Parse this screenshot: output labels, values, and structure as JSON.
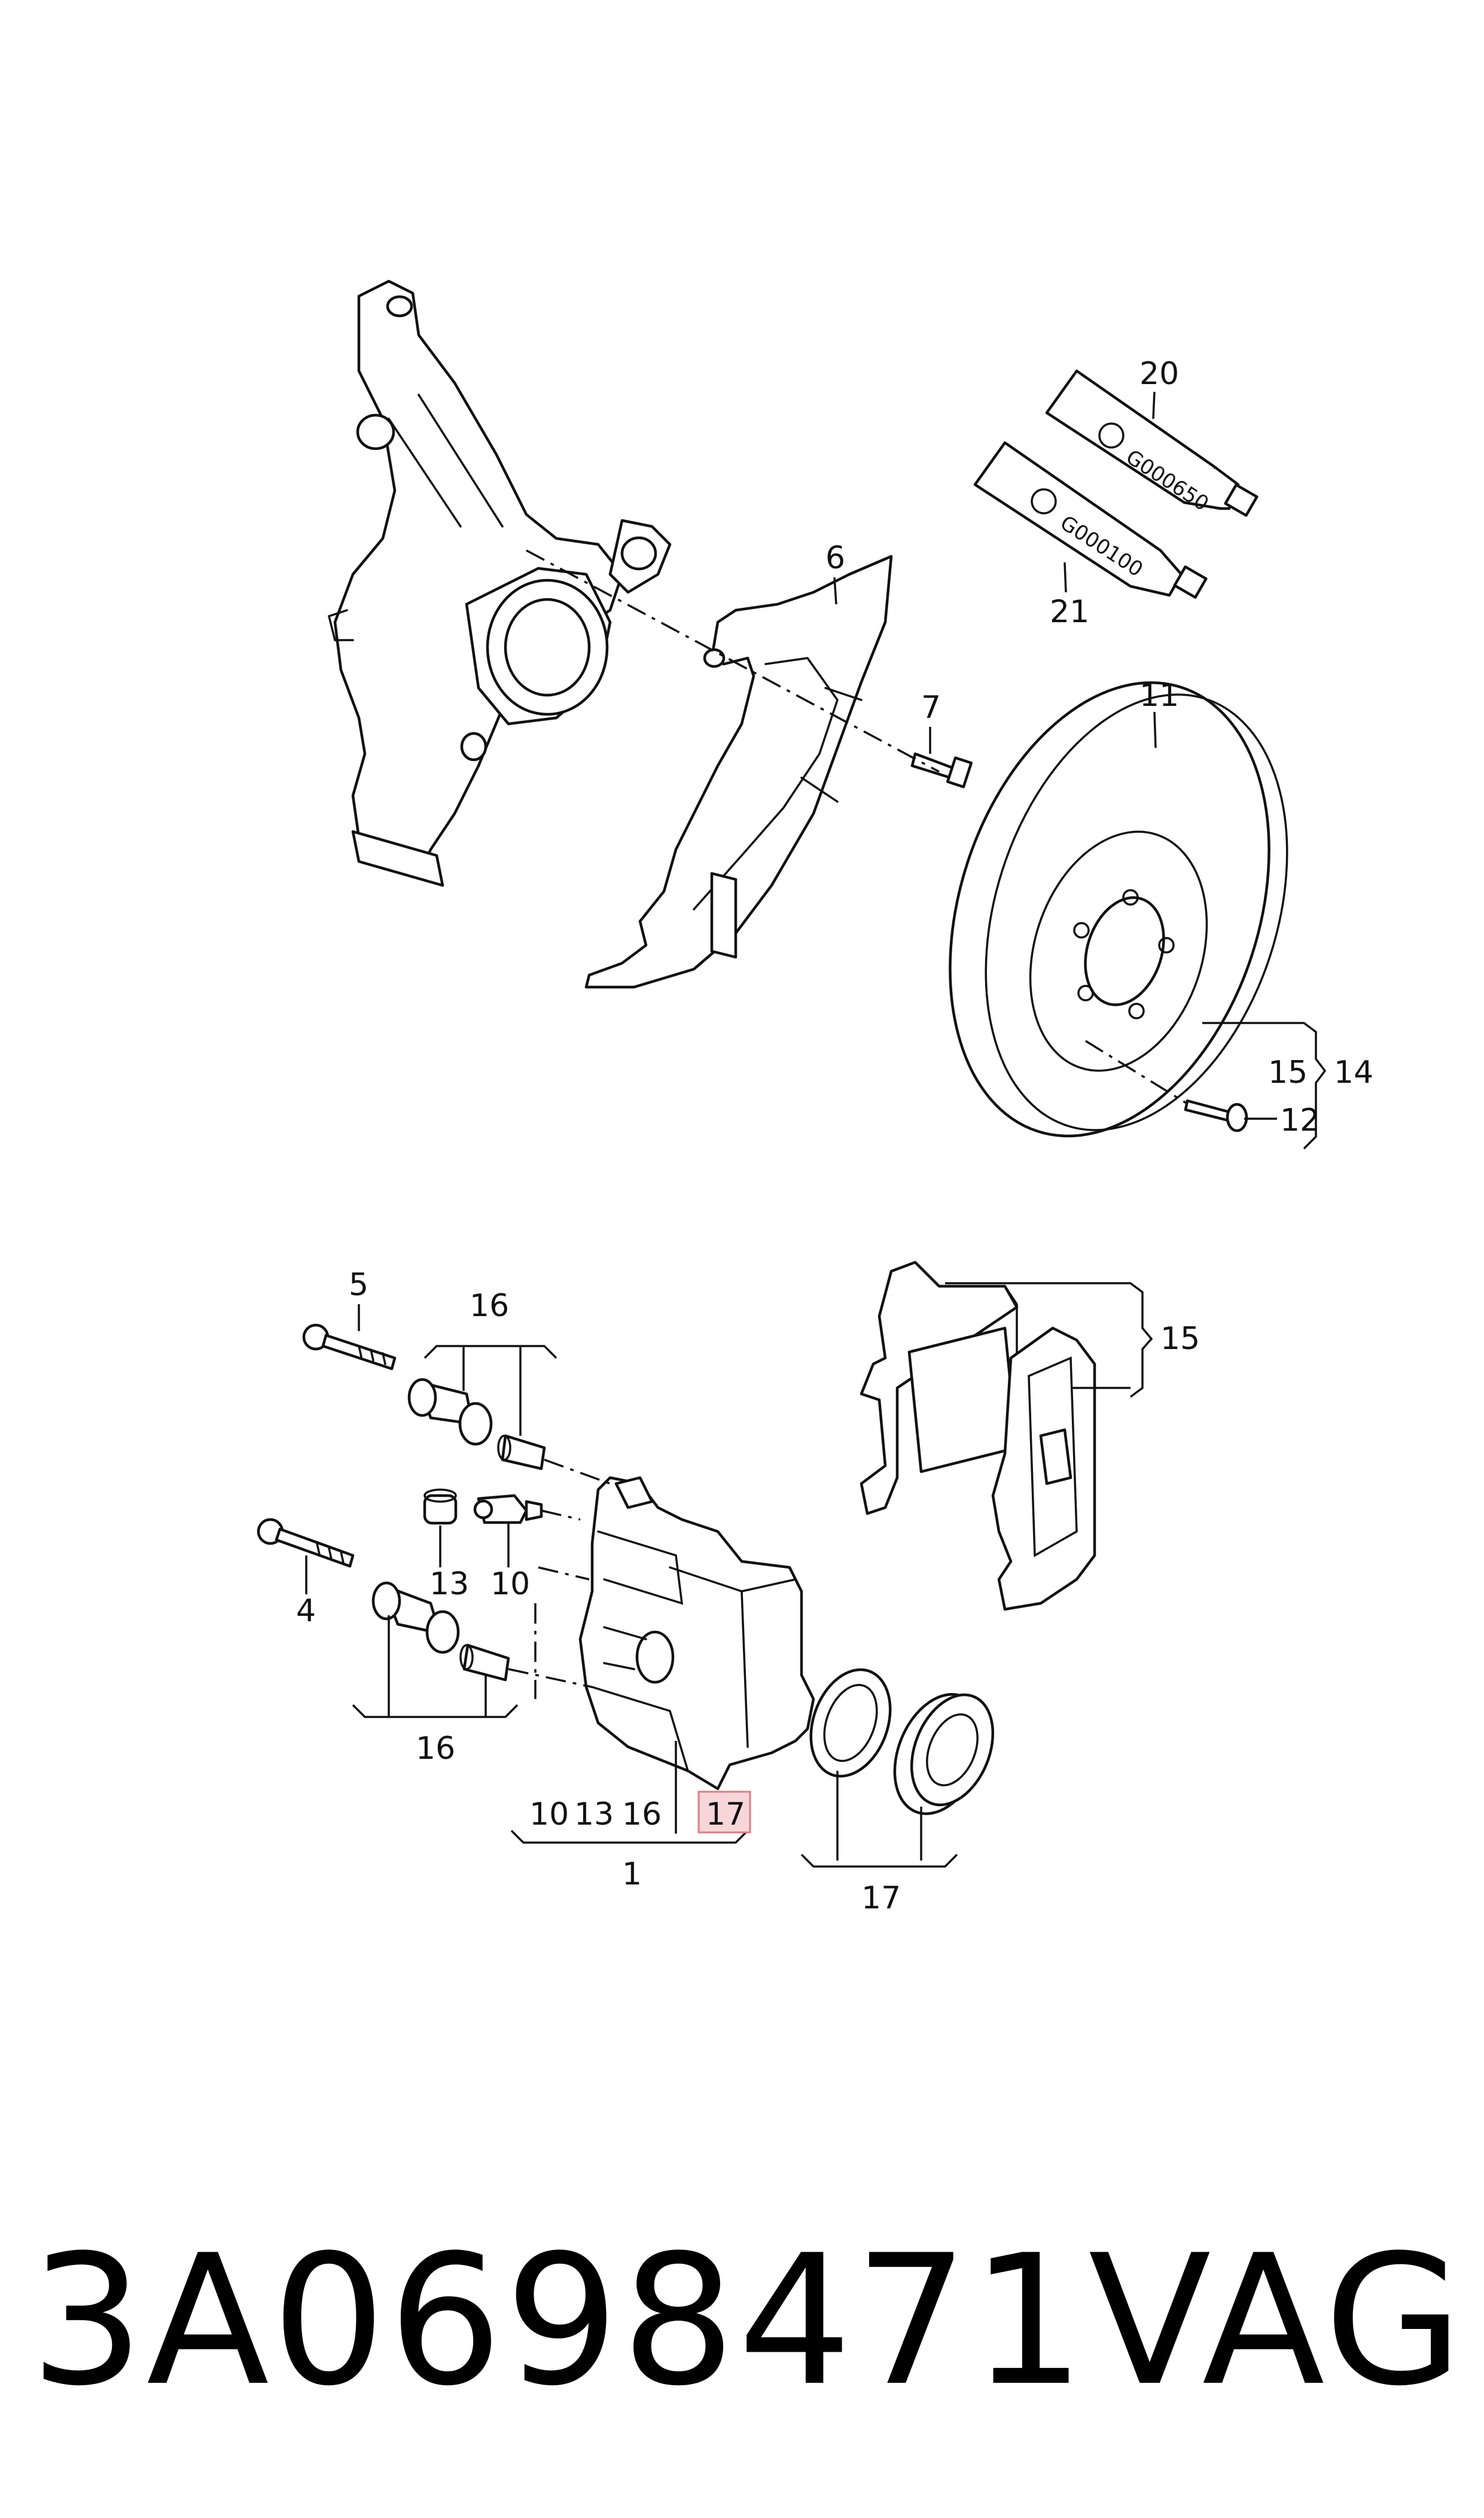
{
  "callouts": {
    "c20": "20",
    "c21": "21",
    "c6": "6",
    "c7": "7",
    "c11": "11",
    "c15a": "15",
    "c14": "14",
    "c12": "12",
    "c5": "5",
    "c16a": "16",
    "c15b": "15",
    "c13": "13",
    "c10": "10",
    "c4": "4",
    "c16b": "16",
    "c1_10": "10",
    "c1_13": "13",
    "c1_16": "16",
    "c17_highlight": "17",
    "c1": "1",
    "c17": "17"
  },
  "tubes": {
    "t20": "G000650",
    "t21": "G000100"
  },
  "footer": {
    "part_number": "3A0698471",
    "brand": "VAG"
  },
  "colors": {
    "highlight_fill": "#f7d6d9",
    "highlight_stroke": "#e07a85",
    "line": "#111111"
  }
}
